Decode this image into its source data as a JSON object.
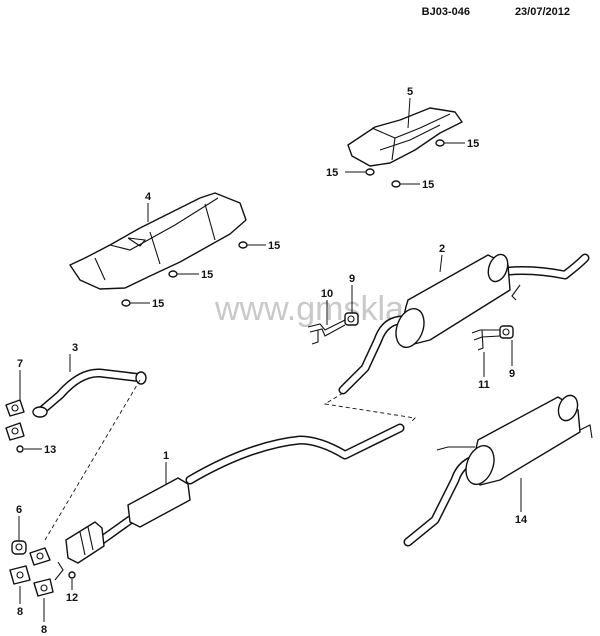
{
  "header": {
    "doc_code": "BJ03-046",
    "date": "23/07/2012"
  },
  "watermark": "www.gmsklad.ru",
  "callouts": {
    "c1": "1",
    "c2": "2",
    "c3": "3",
    "c4": "4",
    "c5": "5",
    "c6": "6",
    "c7": "7",
    "c8a": "8",
    "c8b": "8",
    "c9a": "9",
    "c9b": "9",
    "c10": "10",
    "c11": "11",
    "c12": "12",
    "c13": "13",
    "c14": "14",
    "c15a": "15",
    "c15b": "15",
    "c15c": "15",
    "c15d": "15",
    "c15e": "15",
    "c15f": "15"
  }
}
